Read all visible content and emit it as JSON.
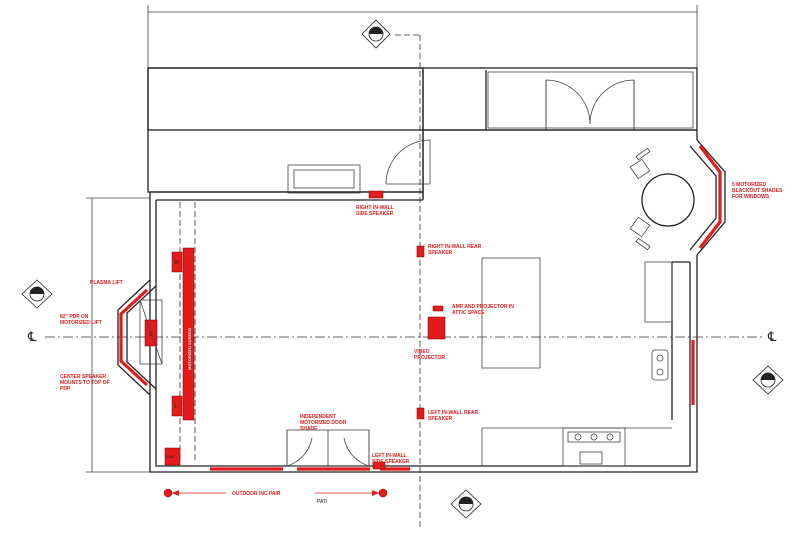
{
  "labels": {
    "plasma_lift": "PLASMA LIFT",
    "motorized_lift": "82\" PDP ON MOTORIZED LIFT",
    "center_speaker": "CENTER SPEAKER MOUNTS TO TOP OF PDP",
    "right_inwall_side": "RIGHT IN-WALL SIDE SPEAKER",
    "right_inwall_rear": "RIGHT IN-WALL REAR SPEAKER",
    "amp_projector": "AMP AND PROJECTOR IN ATTIC SPACE",
    "video_projector": "VIDEO PROJECTOR",
    "left_inwall_rear": "LEFT IN-WALL REAR SPEAKER",
    "left_inwall_side": "LEFT IN-WALL SIDE SPEAKER",
    "independent_shade": "INDEPENDENT MOTORIZED DOOR SHADE",
    "motorized_shades": "5 MOTORIZED BLACKOUT SHADES FOR WINDOWS",
    "outdoor_pair": "OUTDOOR INC PAIR",
    "patio": "PATI",
    "motorized_screen": "MOTORIZED SCREEN",
    "centerline_symbol": "℄",
    "speaker_l": "L",
    "speaker_c": "C",
    "speaker_r": "R",
    "sub": "SUB"
  },
  "colors": {
    "accent": "#e41b1b",
    "line": "#222222"
  }
}
